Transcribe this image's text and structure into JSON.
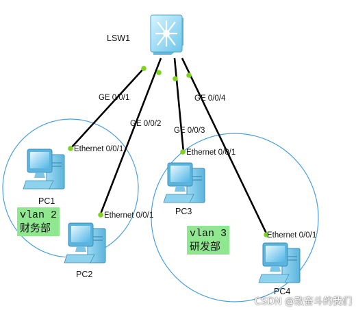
{
  "switch": {
    "name": "LSW1"
  },
  "pcs": [
    {
      "name": "PC1",
      "port": "Ethernet 0/0/1",
      "switch_port": "GE 0/0/1"
    },
    {
      "name": "PC2",
      "port": "Ethernet 0/0/1",
      "switch_port": "GE 0/0/2"
    },
    {
      "name": "PC3",
      "port": "Ethernet 0/0/1",
      "switch_port": "GE 0/0/3"
    },
    {
      "name": "PC4",
      "port": "Ethernet 0/0/1",
      "switch_port": "GE 0/0/4"
    }
  ],
  "vlans": [
    {
      "id": "vlan 2",
      "dept": "财务部"
    },
    {
      "id": "vlan 3",
      "dept": "研发部"
    }
  ],
  "colors": {
    "link": "#000000",
    "port_dot": "#7ed321",
    "vlan_circle": "#4a9fe0",
    "vlan_box": "#8fe88f"
  },
  "watermark": "CSDN @致奋斗的我们"
}
